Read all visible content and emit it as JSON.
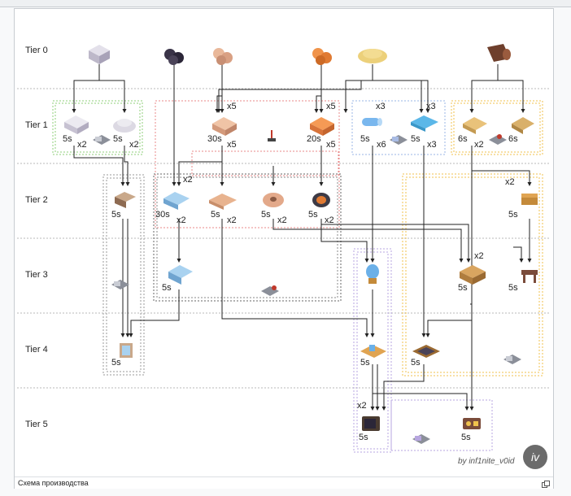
{
  "caption": "Схема производства",
  "credit": "by inf1nite_v0id",
  "logo": "iv",
  "tiers": [
    "Tier 0",
    "Tier 1",
    "Tier 2",
    "Tier 3",
    "Tier 4",
    "Tier 5"
  ],
  "labels": {
    "t1_a_time": "5s",
    "t1_a_x": "x2",
    "t1_b_time": "5s",
    "t1_b_x": "x2",
    "t1_c_mult": "x5",
    "t1_c_time": "30s",
    "t1_c_x": "x5",
    "t1_d_mult": "x5",
    "t1_d_time": "20s",
    "t1_d_x": "x5",
    "t1_e_mult": "x3",
    "t1_e_time": "5s",
    "t1_e_x": "x6",
    "t1_f_mult": "x3",
    "t1_f_time": "5s",
    "t1_f_x": "x3",
    "t1_g_time": "6s",
    "t1_g_x": "x2",
    "t1_h_time": "6s",
    "t2_a_time": "5s",
    "t2_b_mult": "x2",
    "t2_b_time": "30s",
    "t2_b_x": "x2",
    "t2_c_time": "5s",
    "t2_c_x": "x2",
    "t2_d_time": "5s",
    "t2_d_x": "x2",
    "t2_e_time": "5s",
    "t2_e_x": "x2",
    "t2_f_mult": "x2",
    "t2_f_time": "5s",
    "t3_a_time": "5s",
    "t3_c_mult": "x2",
    "t3_c_time": "5s",
    "t3_d_time": "5s",
    "t4_a_time": "5s",
    "t4_b_time": "5s",
    "t4_c_time": "5s",
    "t5_mult": "x2",
    "t5_a_time": "5s",
    "t5_b_time": "5s"
  },
  "colors": {
    "green": "#8fcf7a",
    "red": "#e88a8a",
    "blue": "#9ab5e6",
    "orange": "#f0c24d",
    "grey": "#9a9a9a",
    "purple": "#b7a6e0",
    "arrow": "#222222"
  }
}
